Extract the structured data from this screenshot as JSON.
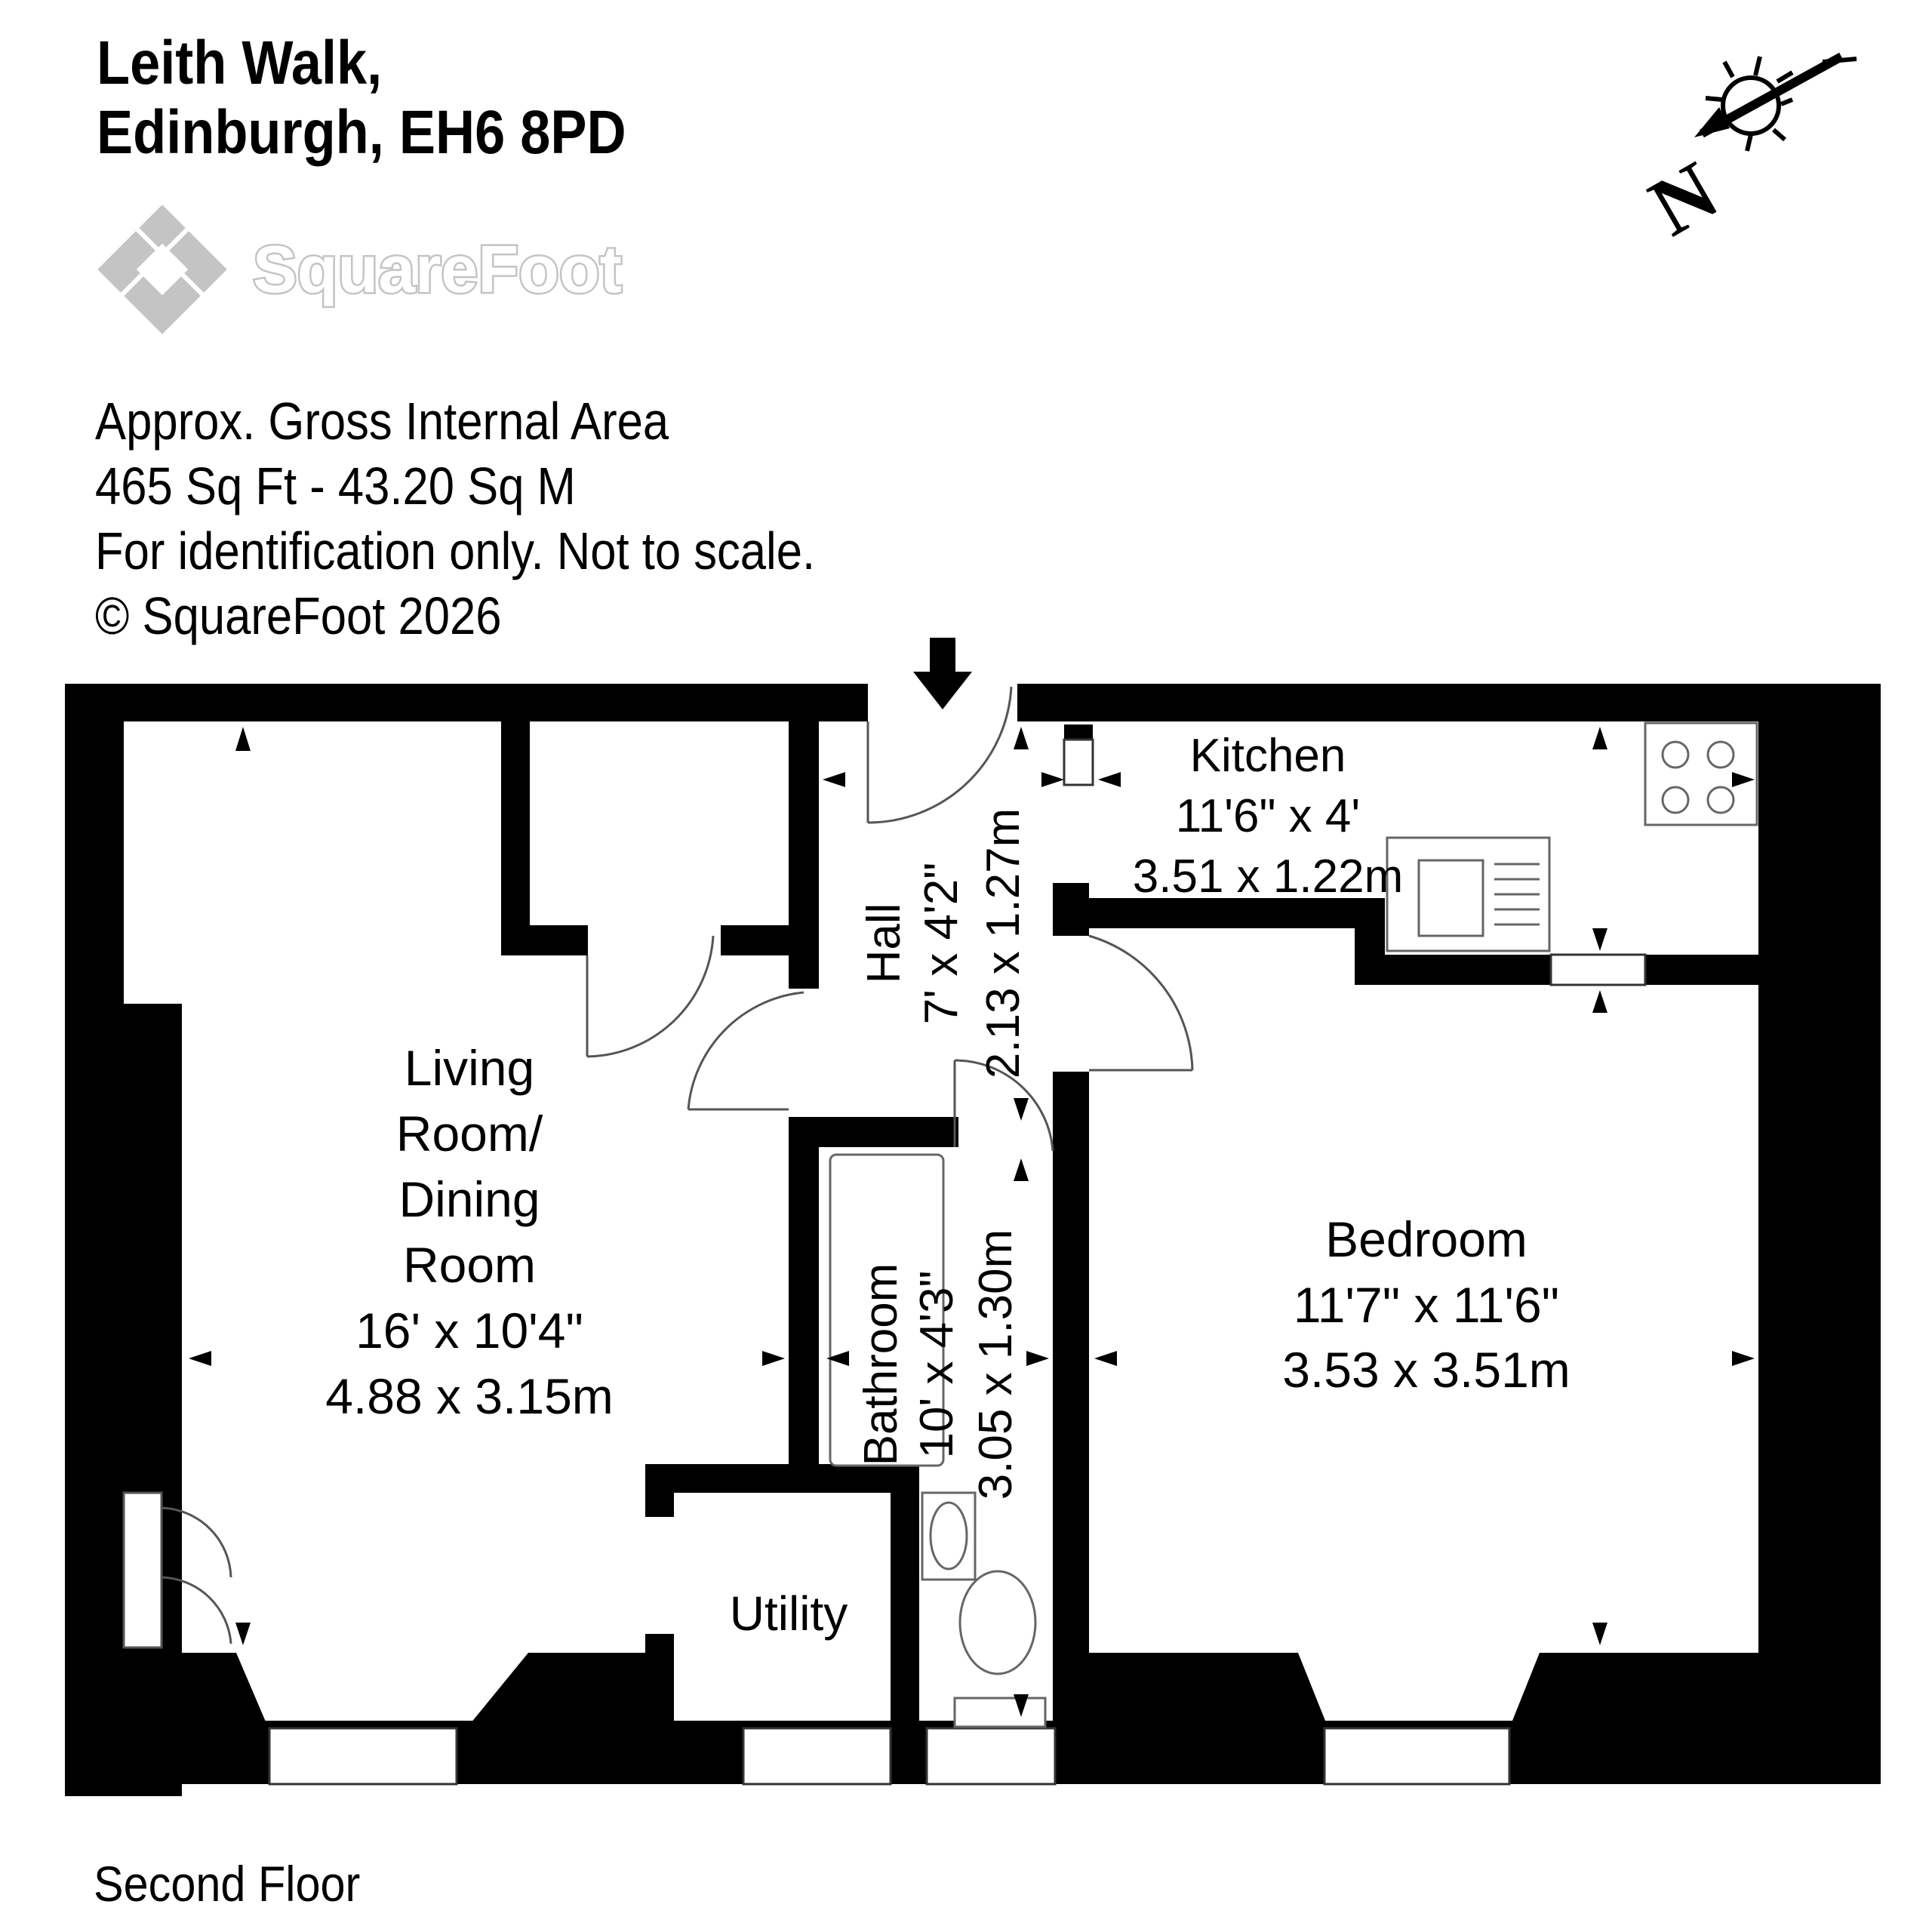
{
  "header": {
    "address_line1": "Leith Walk,",
    "address_line2": "Edinburgh, EH6 8PD"
  },
  "brand": {
    "name": "SquareFoot",
    "logo_icon": "square-diamond-logo-icon",
    "color": "#c8c8c8"
  },
  "info": {
    "line1": "Approx. Gross Internal Area",
    "line2": "465 Sq Ft  -  43.20 Sq M",
    "line3": "For identification only. Not to scale.",
    "line4": "© SquareFoot 2026"
  },
  "compass": {
    "letter": "N",
    "sun_icon": "sun-icon",
    "arrow_icon": "north-arrow-icon"
  },
  "rooms": {
    "living": {
      "name_l1": "Living",
      "name_l2": "Room/",
      "name_l3": "Dining",
      "name_l4": "Room",
      "imperial": "16' x 10'4\"",
      "metric": "4.88 x 3.15m"
    },
    "kitchen": {
      "name": "Kitchen",
      "imperial": "11'6\" x 4'",
      "metric": "3.51 x 1.22m"
    },
    "hall": {
      "name": "Hall",
      "imperial": "7' x 4'2\"",
      "metric": "2.13 x 1.27m"
    },
    "bathroom": {
      "name": "Bathroom",
      "imperial": "10' x 4'3\"",
      "metric": "3.05 x 1.30m"
    },
    "bedroom": {
      "name": "Bedroom",
      "imperial": "11'7\" x 11'6\"",
      "metric": "3.53 x 3.51m"
    },
    "utility": {
      "name": "Utility"
    }
  },
  "floor": {
    "label": "Second Floor"
  },
  "colors": {
    "wall": "#000000",
    "fixture_stroke": "#666666",
    "background": "#ffffff"
  }
}
